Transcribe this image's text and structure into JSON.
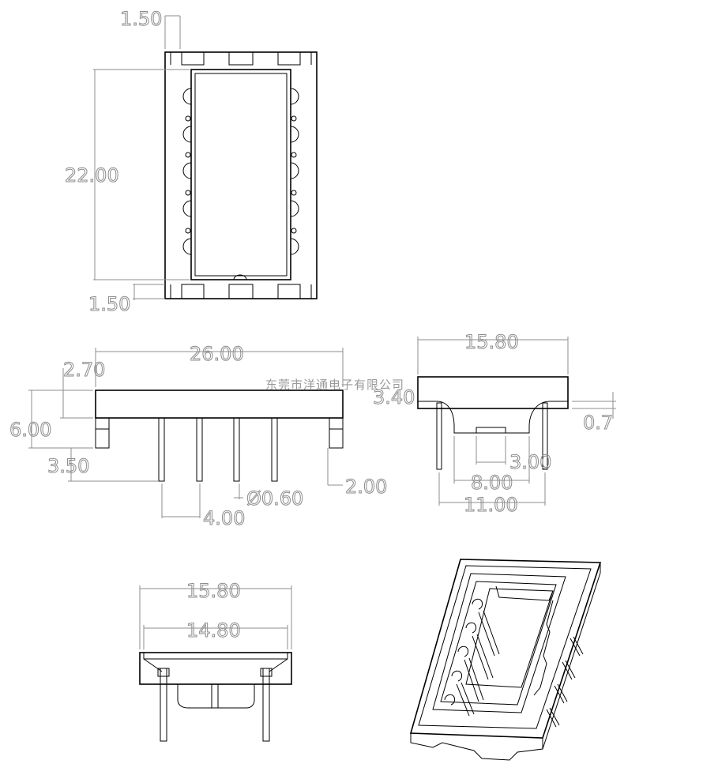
{
  "watermark": "东莞市洋通电子有限公司",
  "top_view": {
    "dim_top_margin": "1.50",
    "dim_length": "22.00",
    "dim_bottom_margin": "1.50"
  },
  "front_view": {
    "dim_length": "26.00",
    "dim_flange": "2.70",
    "dim_height": "6.00",
    "dim_pin_offset": "3.50",
    "dim_pin_tip": "2.00",
    "dim_pin_diameter": "Ø0.60",
    "dim_pin_pitch": "4.00"
  },
  "side_view": {
    "dim_width": "15.80",
    "dim_depth": "3.40",
    "dim_ledge": "0.7",
    "dim_slot": "3.00",
    "dim_inner": "8.00",
    "dim_pin_span": "11.00"
  },
  "end_view": {
    "dim_outer": "15.80",
    "dim_inner": "14.80"
  },
  "iso_view": {}
}
